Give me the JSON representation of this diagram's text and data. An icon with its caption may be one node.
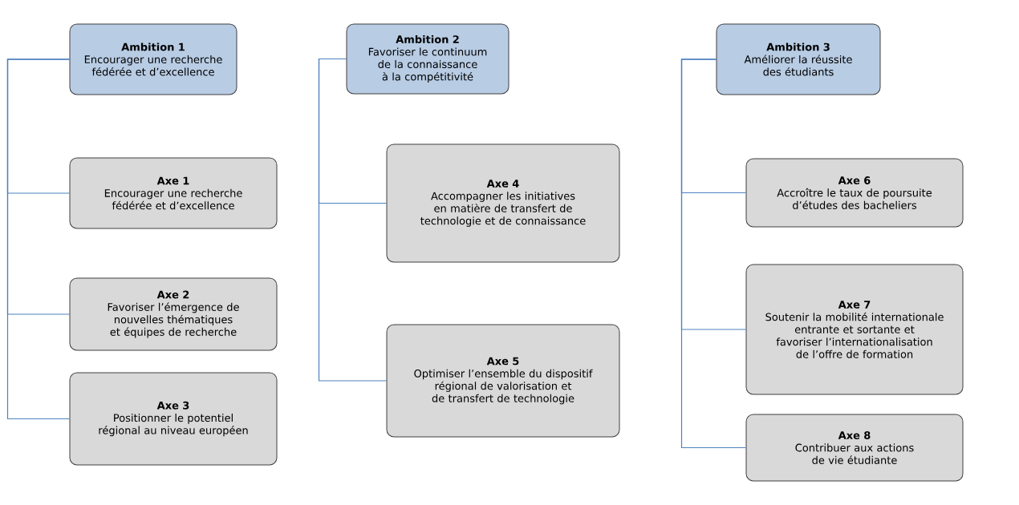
{
  "diagram": {
    "nodes": [
      {
        "text": [
          "Ambition 1",
          "Encourager une recherche fédérée et d’excellence"
        ]
      },
      {
        "text": [
          "Axe 1",
          "Encourager une recherche fédérée et d’excellence"
        ]
      },
      {
        "text": [
          "Axe 2",
          "Favoriser l’émergence de nouvelles thématiques et équipes de recherche"
        ]
      },
      {
        "text": [
          "Axe 3",
          "Positionner le potentiel régional au niveau européen"
        ]
      },
      {
        "text": [
          "Ambition 2",
          "Favoriser le continuum de la connaissance à la compétitivité"
        ]
      },
      {
        "text": [
          "Axe 4",
          "Accompagner les initiatives en matière de transfert de technologie et de connaissance"
        ]
      },
      {
        "text": [
          "Axe 5",
          "Optimiser l’ensemble du dispositif régional de valorisation et de transfert de technologie"
        ]
      },
      {
        "text": [
          "Ambition 3",
          "Améliorer la réussite des étudiants"
        ]
      },
      {
        "text": [
          "Axe 6",
          "Accroître le taux de poursuite d’études des bacheliers"
        ]
      },
      {
        "text": [
          "Axe 7",
          "Soutenir la mobilité internationale entrante et sortante et favoriser l’internationalisation de l’offre de formation"
        ]
      },
      {
        "text": [
          "Axe 8",
          "Contribuer aux actions de vie étudiante"
        ]
      }
    ],
    "edges": [
      {
        "from": 0,
        "to": 1,
        "arrow": "none"
      },
      {
        "from": 0,
        "to": 2,
        "arrow": "none"
      },
      {
        "from": 0,
        "to": 3,
        "arrow": "none"
      },
      {
        "from": 4,
        "to": 5,
        "arrow": "none"
      },
      {
        "from": 4,
        "to": 6,
        "arrow": "none"
      },
      {
        "from": 7,
        "to": 8,
        "arrow": "none"
      },
      {
        "from": 7,
        "to": 9,
        "arrow": "none"
      },
      {
        "from": 7,
        "to": 10,
        "arrow": "none"
      }
    ]
  }
}
